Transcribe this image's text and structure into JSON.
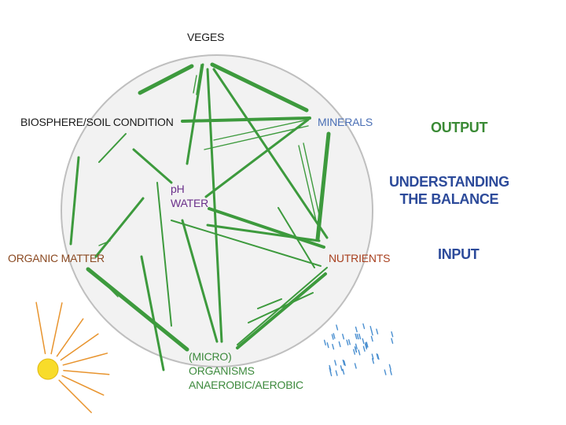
{
  "colors": {
    "circle_fill": "#f2f2f2",
    "circle_stroke": "#bfbfbf",
    "connector": "#3d9a3d",
    "node_black": "#1a1a1a",
    "node_blue": "#4a6fb5",
    "node_purple": "#6a2f8a",
    "node_brown": "#8b4a22",
    "node_red": "#a8401f",
    "node_green": "#3d8a3d",
    "side_green": "#3a8a35",
    "side_blue": "#2c4a9a",
    "sun_fill": "#f8dc2a",
    "sun_rays": "#e8942e",
    "rain": "#4a8fd0"
  },
  "nodes": {
    "veges": "VEGES",
    "biosphere": "BIOSPHERE/SOIL CONDITION",
    "minerals": "MINERALS",
    "ph": "pH",
    "water": "WATER",
    "organic_matter": "ORGANIC MATTER",
    "nutrients": "NUTRIENTS",
    "micro_line1": "(MICRO)",
    "micro_line2": "ORGANISMS",
    "micro_line3": "ANAEROBIC/AEROBIC"
  },
  "side_labels": {
    "output": "OUTPUT",
    "balance_line1": "UNDERSTANDING",
    "balance_line2": "THE BALANCE",
    "input": "INPUT"
  },
  "icons": {
    "sun": "sun-icon",
    "rain": "rain-icon"
  }
}
